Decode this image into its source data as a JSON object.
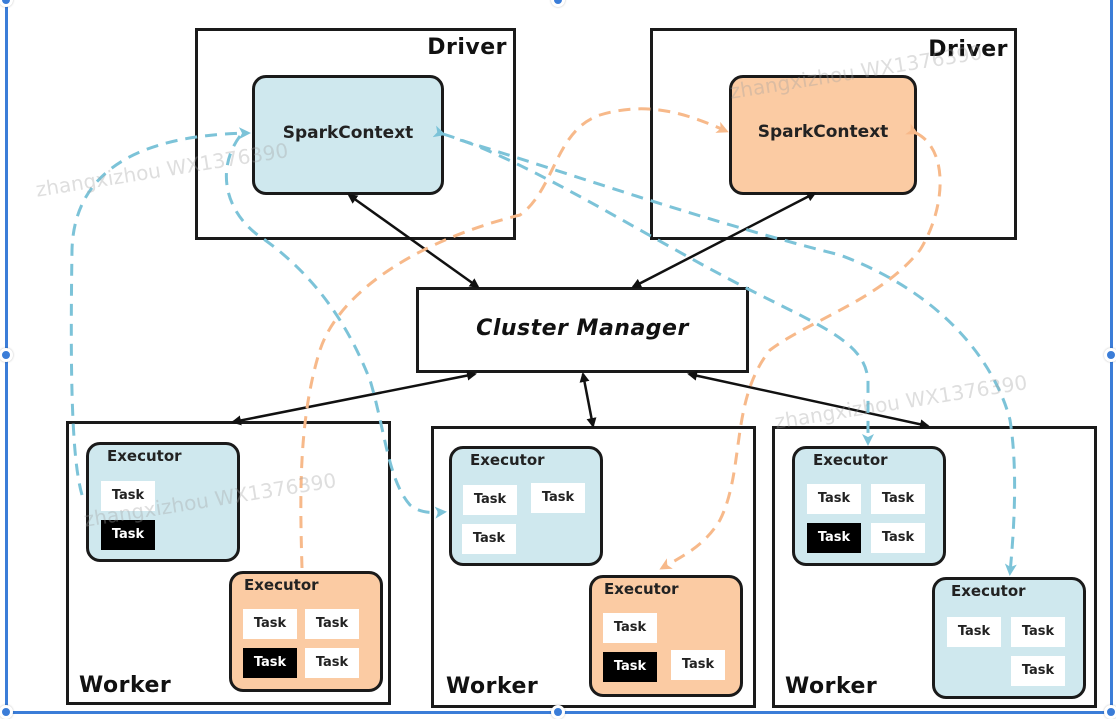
{
  "diagram": {
    "colors": {
      "app1_fill": "#cfe8ee",
      "app2_fill": "#fbcba3",
      "app1_arrow": "#7cc3d8",
      "app2_arrow": "#f7b98a",
      "control_arrow": "#111111",
      "selection": "#3b7dd8"
    },
    "drivers": [
      {
        "label": "Driver",
        "spark_context": "SparkContext",
        "app": "blue"
      },
      {
        "label": "Driver",
        "spark_context": "SparkContext",
        "app": "orange"
      }
    ],
    "cluster_manager": {
      "label": "Cluster Manager"
    },
    "workers": [
      {
        "label": "Worker",
        "executors": [
          {
            "label": "Executor",
            "app": "blue",
            "tasks": [
              {
                "label": "Task",
                "active": false
              },
              {
                "label": "Task",
                "active": true
              }
            ]
          },
          {
            "label": "Executor",
            "app": "orange",
            "tasks": [
              {
                "label": "Task",
                "active": false
              },
              {
                "label": "Task",
                "active": false
              },
              {
                "label": "Task",
                "active": true
              },
              {
                "label": "Task",
                "active": false
              }
            ]
          }
        ]
      },
      {
        "label": "Worker",
        "executors": [
          {
            "label": "Executor",
            "app": "blue",
            "tasks": [
              {
                "label": "Task",
                "active": false
              },
              {
                "label": "Task",
                "active": false
              },
              {
                "label": "Task",
                "active": false
              }
            ]
          },
          {
            "label": "Executor",
            "app": "orange",
            "tasks": [
              {
                "label": "Task",
                "active": false
              },
              {
                "label": "Task",
                "active": true
              },
              {
                "label": "Task",
                "active": false
              }
            ]
          }
        ]
      },
      {
        "label": "Worker",
        "executors": [
          {
            "label": "Executor",
            "app": "blue",
            "tasks": [
              {
                "label": "Task",
                "active": false
              },
              {
                "label": "Task",
                "active": false
              },
              {
                "label": "Task",
                "active": true
              },
              {
                "label": "Task",
                "active": false
              }
            ]
          },
          {
            "label": "Executor",
            "app": "blue",
            "tasks": [
              {
                "label": "Task",
                "active": false
              },
              {
                "label": "Task",
                "active": false
              },
              {
                "label": "Task",
                "active": false
              }
            ]
          }
        ]
      }
    ],
    "watermark": "zhangxizhou WX1376390"
  }
}
